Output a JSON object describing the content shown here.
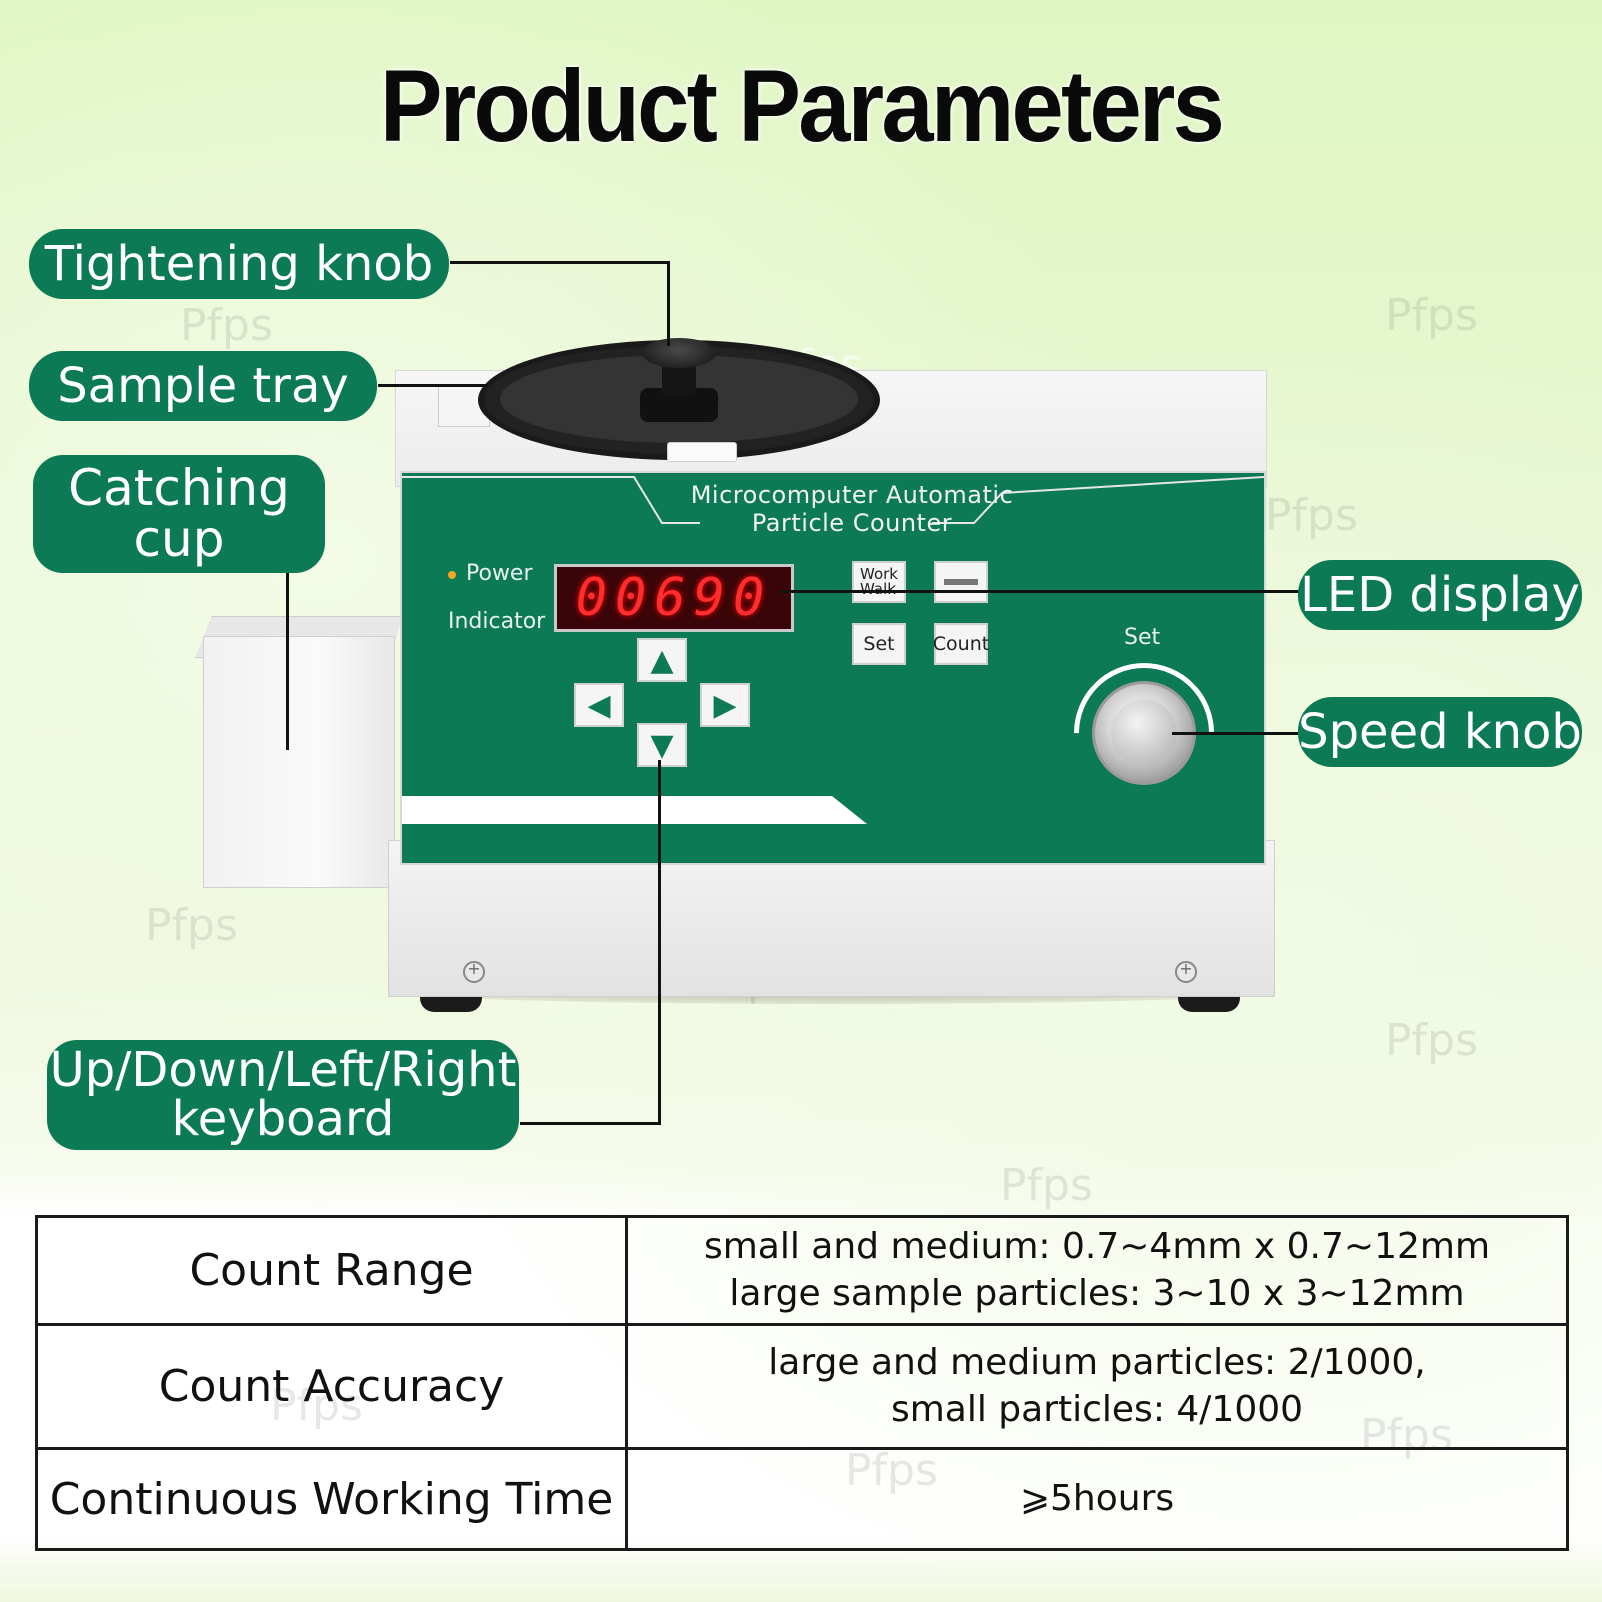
{
  "title": "Product Parameters",
  "watermark": "Pfps",
  "callouts": {
    "tightening_knob": "Tightening knob",
    "sample_tray": "Sample tray",
    "catching_cup": "Catching\ncup",
    "led_display": "LED display",
    "speed_knob": "Speed knob",
    "keyboard": "Up/Down/Left/Right\nkeyboard"
  },
  "device": {
    "panel_title": "Microcomputer Automatic\nParticle Counter",
    "power_label": "Power",
    "indicator_label": "Indicator",
    "led_value": "00690",
    "buttons": {
      "work_walk": "Work\nWalk",
      "set": "Set",
      "count": "Count"
    },
    "knob_label": "Set",
    "arrow_up": "▲",
    "arrow_down": "▼",
    "arrow_left": "◀",
    "arrow_right": "▶"
  },
  "specs": [
    {
      "label": "Count Range",
      "value": "small and medium: 0.7~4mm x 0.7~12mm\nlarge sample particles: 3~10 x 3~12mm"
    },
    {
      "label": "Count Accuracy",
      "value": "large and medium particles: 2/1000,\nsmall particles: 4/1000"
    },
    {
      "label": "Continuous Working Time",
      "value": "⩾5hours"
    }
  ]
}
